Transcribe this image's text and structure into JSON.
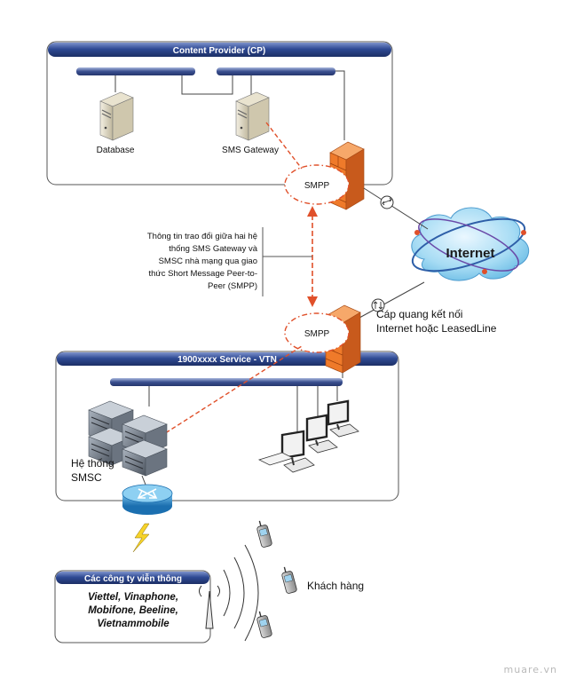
{
  "content_provider": {
    "title": "Content Provider (CP)"
  },
  "database": {
    "label": "Database"
  },
  "sms_gateway": {
    "label": "SMS Gateway"
  },
  "smpp_top": {
    "label": "SMPP"
  },
  "smpp_bottom": {
    "label": "SMPP"
  },
  "internet": {
    "label": "Internet"
  },
  "smpp_note": {
    "lines": [
      "Thông tin trao đổi giữa hai hệ",
      "thống SMS Gateway và",
      "SMSC nhà mạng qua giao",
      "thức Short Message Peer-to-",
      "Peer (SMPP)"
    ]
  },
  "fiber_note": {
    "lines": [
      "Cáp quang kết nối",
      "Internet hoặc LeasedLine"
    ]
  },
  "service": {
    "title": "1900xxxx Service - VTN"
  },
  "smsc": {
    "lines": [
      "Hệ thống",
      "SMSC"
    ]
  },
  "carriers": {
    "title": "Các công ty viễn thông",
    "lines": [
      "Viettel, Vinaphone,",
      "Mobifone, Beeline,",
      "Vietnammobile"
    ]
  },
  "customers": {
    "label": "Khách hàng"
  },
  "watermark": "muare.vn",
  "colors": {
    "title_bar": "#2f4a94",
    "bus_bar": "#3a4f8f",
    "smpp_link": "#e0502a",
    "firewall": "#ef7a2a"
  }
}
